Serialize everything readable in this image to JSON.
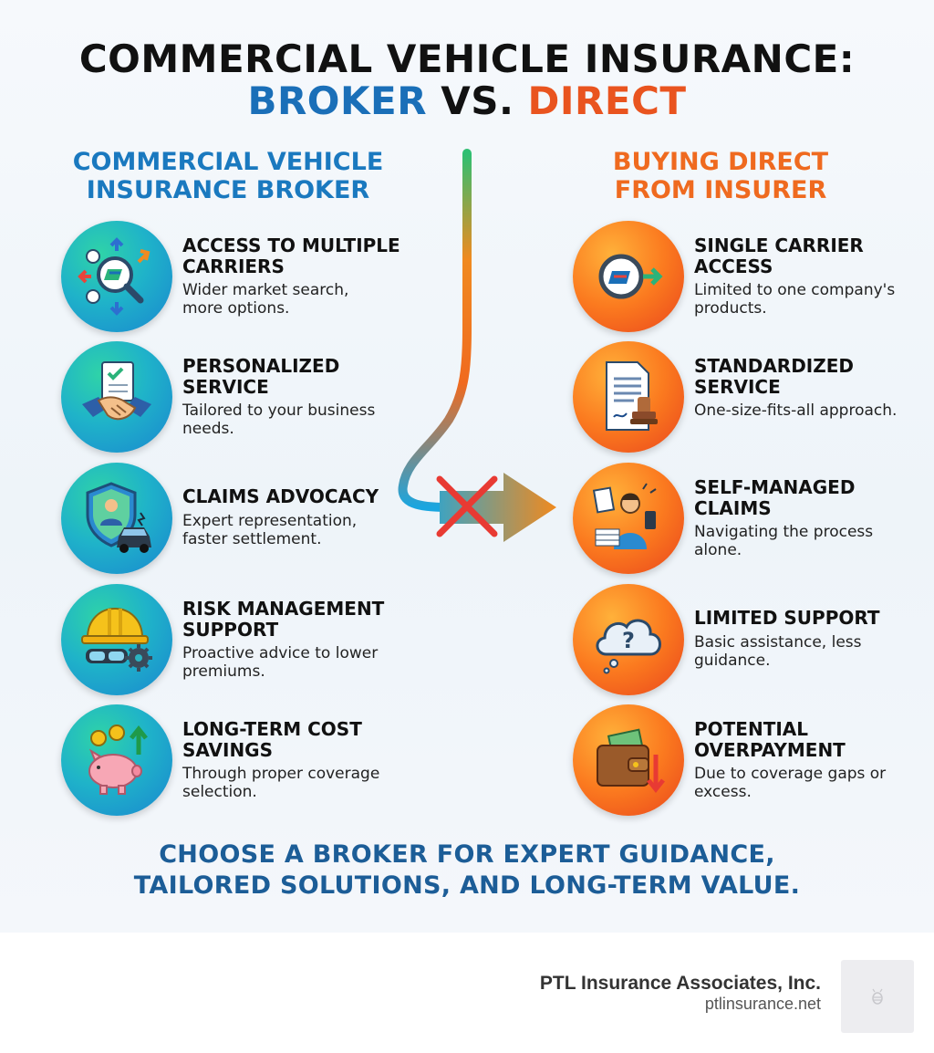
{
  "title": {
    "line1": "COMMERCIAL VEHICLE INSURANCE:",
    "broker": "BROKER",
    "vs": "VS.",
    "direct": "DIRECT"
  },
  "broker_column": {
    "heading_line1": "COMMERCIAL VEHICLE",
    "heading_line2": "INSURANCE BROKER",
    "items": [
      {
        "title": "ACCESS TO MULTIPLE CARRIERS",
        "desc": "Wider market search, more options.",
        "icon": "magnifier-carriers-icon"
      },
      {
        "title": "PERSONALIZED SERVICE",
        "desc": "Tailored to your business needs.",
        "icon": "handshake-icon"
      },
      {
        "title": "CLAIMS ADVOCACY",
        "desc": "Expert representation, faster settlement.",
        "icon": "shield-car-icon"
      },
      {
        "title": "RISK MANAGEMENT SUPPORT",
        "desc": "Proactive advice to lower premiums.",
        "icon": "hardhat-gear-icon"
      },
      {
        "title": "LONG-TERM COST SAVINGS",
        "desc": "Through proper coverage selection.",
        "icon": "piggy-bank-icon"
      }
    ]
  },
  "direct_column": {
    "heading_line1": "BUYING DIRECT",
    "heading_line2": "FROM INSURER",
    "items": [
      {
        "title": "SINGLE CARRIER ACCESS",
        "desc": "Limited to one company's products.",
        "icon": "single-carrier-icon"
      },
      {
        "title": "STANDARDIZED SERVICE",
        "desc": "One-size-fits-all approach.",
        "icon": "document-stamp-icon"
      },
      {
        "title": "SELF-MANAGED CLAIMS",
        "desc": "Navigating the process alone.",
        "icon": "person-papers-icon"
      },
      {
        "title": "LIMITED SUPPORT",
        "desc": "Basic assistance, less guidance.",
        "icon": "question-cloud-icon"
      },
      {
        "title": "POTENTIAL OVERPAYMENT",
        "desc": "Due to coverage gaps or excess.",
        "icon": "wallet-down-icon"
      }
    ]
  },
  "conclusion": {
    "line1": "CHOOSE A BROKER FOR EXPERT GUIDANCE,",
    "line2": "TAILORED SOLUTIONS, AND LONG-TERM VALUE."
  },
  "brand": {
    "company": "PTL Insurance Associates, Inc.",
    "website": "ptlinsurance.net"
  },
  "colors": {
    "broker_blue": "#1a6fb8",
    "direct_orange": "#e9541f",
    "footer_navy": "#1c5d97"
  }
}
